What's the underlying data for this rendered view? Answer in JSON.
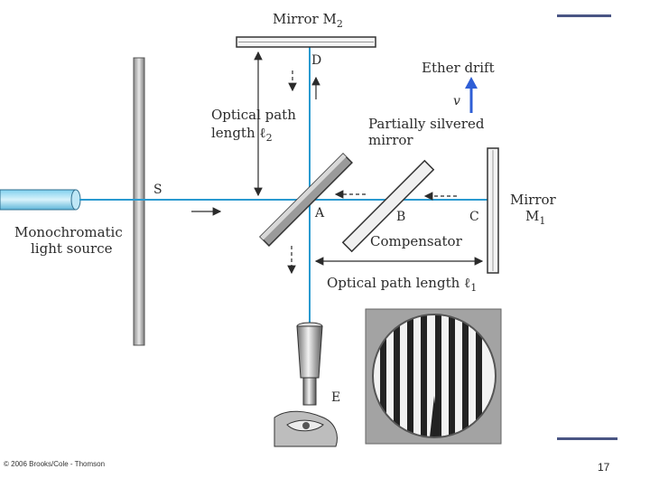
{
  "diagram": {
    "mirror_m2": {
      "name": "Mirror M",
      "sub": "2"
    },
    "mirror_m1": {
      "name": "Mirror",
      "sub_name": "M",
      "sub": "1"
    },
    "point_d": "D",
    "point_s": "S",
    "point_a": "A",
    "point_b": "B",
    "point_c": "C",
    "point_e": "E",
    "ether_drift": "Ether drift",
    "velocity_symbol": "v",
    "optical_path_2": {
      "line1": "Optical path",
      "line2": "length ℓ",
      "sub": "2"
    },
    "partially_silvered": {
      "line1": "Partially silvered",
      "line2": "mirror"
    },
    "light_source": {
      "line1": "Monochromatic",
      "line2": "light source"
    },
    "compensator": "Compensator",
    "optical_path_1": {
      "text": "Optical path length ℓ",
      "sub": "1"
    }
  },
  "footer": {
    "copyright": "© 2006 Brooks/Cole - Thomson",
    "page_number": "17"
  },
  "colors": {
    "beam": "#2a9ad0",
    "accent_line": "#4a5584",
    "velocity_arrow": "#2f5fd6"
  }
}
